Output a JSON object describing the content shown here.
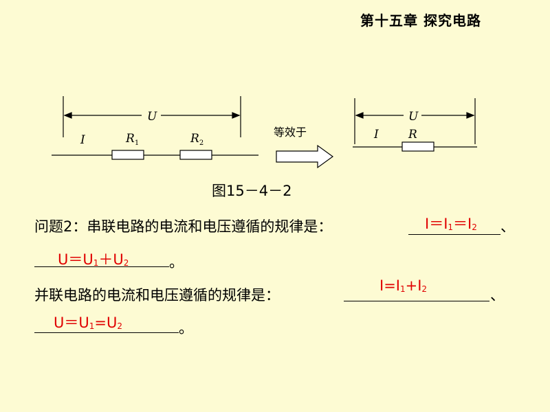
{
  "header": {
    "chapter": "第十五章  探究电路"
  },
  "figure": {
    "series_circuit": {
      "voltage": "U",
      "current": "I",
      "r1": "R",
      "r1_sub": "1",
      "r2": "R",
      "r2_sub": "2"
    },
    "equivalent_label": "等效于",
    "equivalent_circuit": {
      "voltage": "U",
      "current": "I",
      "r": "R"
    },
    "caption": "图15－4－2"
  },
  "question": {
    "series_text": "问题2：串联电路的电流和电压遵循的规律是：",
    "parallel_text": "并联电路的电流和电压遵循的规律是：",
    "comma": "、",
    "period": "。",
    "answers": {
      "series_current": {
        "a": "I＝I",
        "s1": "1",
        "b": "＝I",
        "s2": "2"
      },
      "series_voltage": {
        "a": "U＝U",
        "s1": "1",
        "b": "＋U",
        "s2": "2"
      },
      "parallel_current": {
        "a": "I=I",
        "s1": "1",
        "b": "+I",
        "s2": "2"
      },
      "parallel_voltage": {
        "a": "U＝U",
        "s1": "1",
        "b": "=U",
        "s2": "2"
      }
    }
  }
}
